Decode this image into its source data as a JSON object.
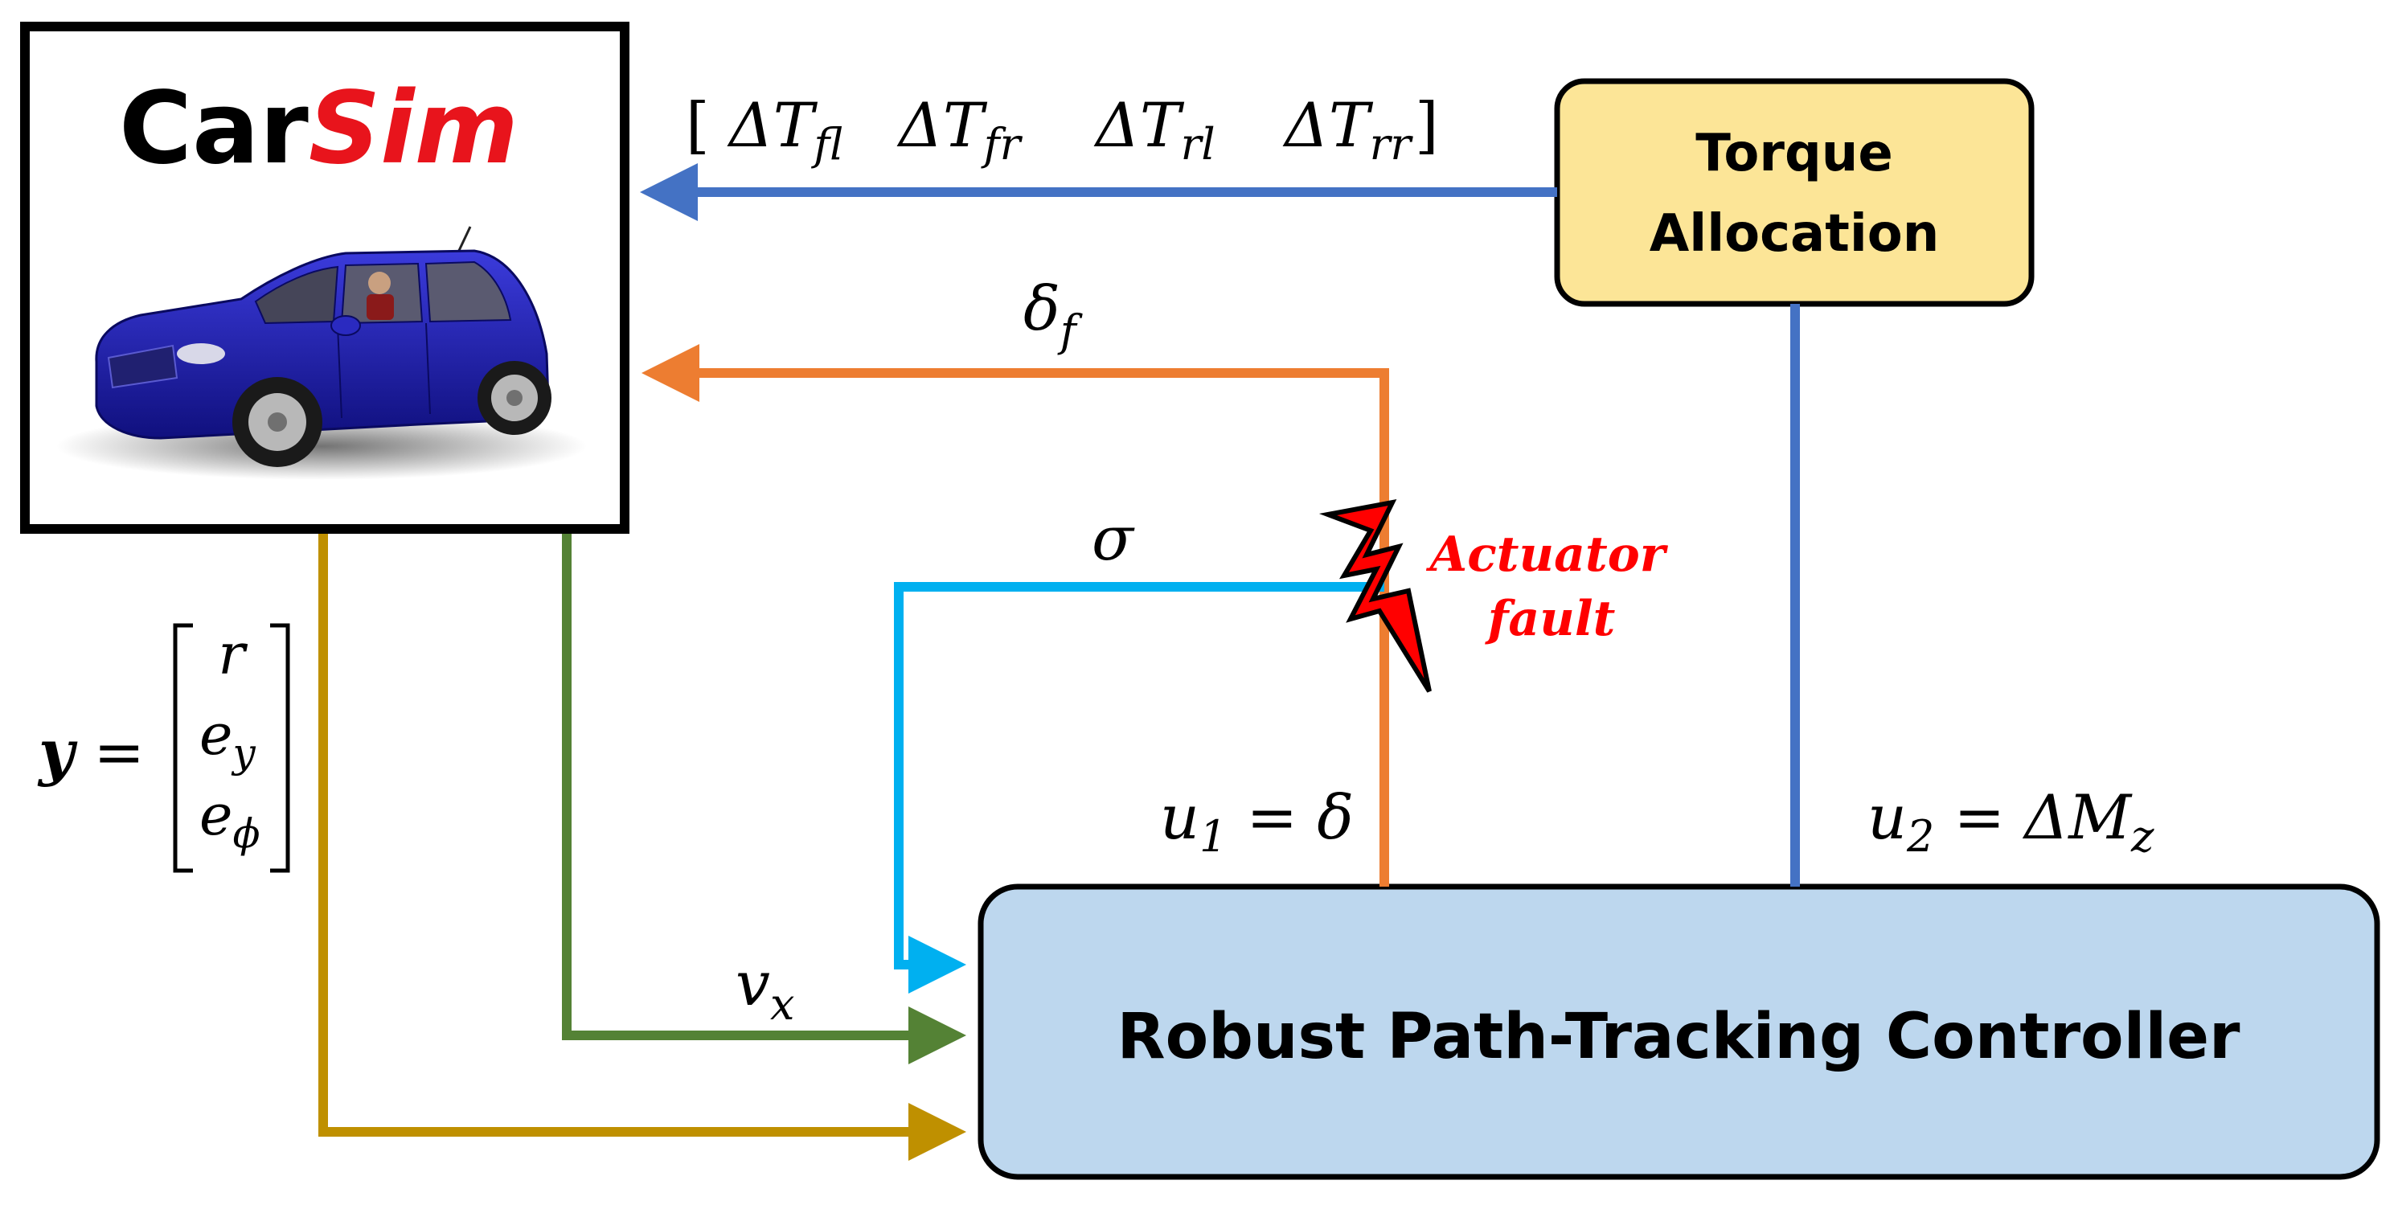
{
  "carsim": {
    "logo_car": "Car",
    "logo_sim": "Sim",
    "logo_car_color": "#000000",
    "logo_sim_color": "#e8141c",
    "car_color": "#1a1ab8"
  },
  "blocks": {
    "torque_allocation": {
      "line1": "Torque",
      "line2": "Allocation",
      "fill": "#fce597"
    },
    "controller": {
      "label": "Robust Path-Tracking Controller",
      "fill": "#bdd7ee"
    }
  },
  "signals": {
    "torques": {
      "open": "[",
      "close": "]",
      "items": [
        {
          "main": "ΔT",
          "sub": "fl"
        },
        {
          "main": "ΔT",
          "sub": "fr"
        },
        {
          "main": "ΔT",
          "sub": "rl"
        },
        {
          "main": "ΔT",
          "sub": "rr"
        }
      ]
    },
    "delta_f": {
      "main": "δ",
      "sub": "f"
    },
    "sigma": {
      "main": "σ"
    },
    "u1": {
      "main": "u",
      "sub": "1",
      "rest": " = δ"
    },
    "u2": {
      "main": "u",
      "sub": "2",
      "rest": " = ΔM",
      "sub2": "z"
    },
    "vx": {
      "main": "v",
      "sub": "x"
    },
    "y_vector": {
      "lhs": "y",
      "eq": " = ",
      "rows": [
        {
          "main": "r",
          "sub": ""
        },
        {
          "main": "e",
          "sub": "y"
        },
        {
          "main": "e",
          "sub": "ϕ"
        }
      ]
    }
  },
  "fault": {
    "line1": "Actuator",
    "line2": "fault",
    "color": "#ff0000"
  },
  "colors": {
    "blue": "#4472c4",
    "orange": "#ed7d31",
    "cyan": "#00b0f0",
    "green": "#548235",
    "gold": "#bf9000"
  }
}
